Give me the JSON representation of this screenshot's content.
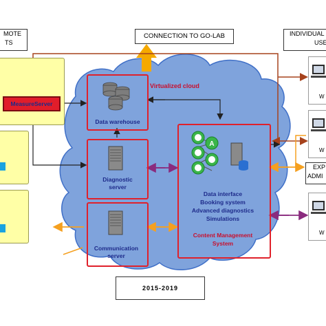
{
  "top_left_label": {
    "line1": "MOTE",
    "line2": "TS"
  },
  "connection_label": "CONNECTION TO GO-LAB",
  "top_right_label": {
    "line1": "INDIVIDUAL",
    "line2": "USE"
  },
  "cloud_label": "Virtualized cloud",
  "measure_server": "MeasureServer",
  "data_warehouse": "Data warehouse",
  "diagnostic_server": {
    "line1": "Diagnostic",
    "line2": "server"
  },
  "communication_server": {
    "line1": "Communication",
    "line2": "server"
  },
  "central_items": [
    "Data interface",
    "Booking system",
    "Advanced diagnostics",
    "Simulations"
  ],
  "cms": {
    "line1": "Content Management",
    "line2": "System"
  },
  "exp_admin": {
    "line1": "EXP",
    "line2": "ADMI"
  },
  "workstation_label": "W",
  "years": "2015-2019",
  "central_icon_letters": [
    "A"
  ],
  "colors": {
    "cloud": "#7fa3dc",
    "red": "#e0202a",
    "yellow": "#ffffa6",
    "orange": "#f5a020",
    "brown": "#a6421c",
    "purple": "#8a2b7e",
    "green": "#2bb34a",
    "text_blue": "#1d2a8a"
  }
}
